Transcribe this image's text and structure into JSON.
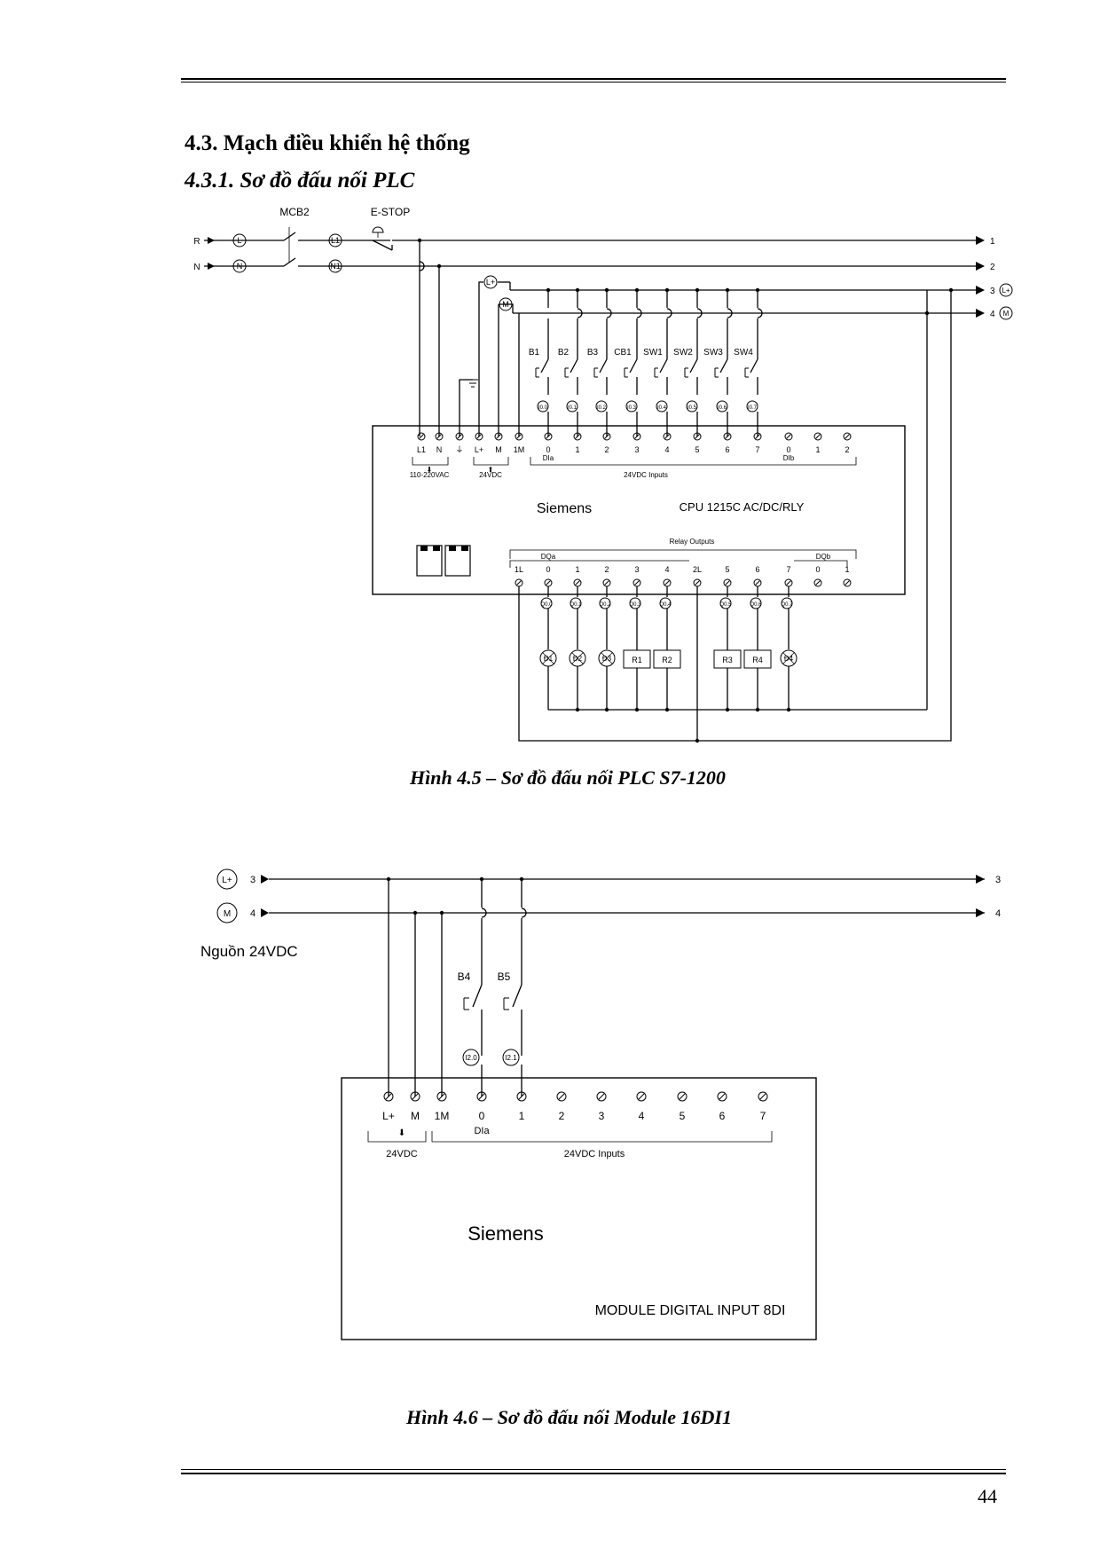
{
  "header": {},
  "section": {
    "title": "4.3. Mạch điều khiển hệ thống",
    "subtitle": "4.3.1. Sơ đồ đấu nối PLC"
  },
  "fig1": {
    "caption": "Hình 4.5 – Sơ đồ đấu nối PLC S7-1200",
    "phase_labels": [
      "R",
      "N"
    ],
    "node_labels": [
      "L",
      "N",
      "L1",
      "N1",
      "L+",
      "M"
    ],
    "mcb": "MCB2",
    "estop": "E-STOP",
    "line_numbers": [
      "1",
      "2",
      "3",
      "4"
    ],
    "inputs": [
      {
        "name": "B1",
        "addr": "I0.0"
      },
      {
        "name": "B2",
        "addr": "I0.1"
      },
      {
        "name": "B3",
        "addr": "I0.2"
      },
      {
        "name": "CB1",
        "addr": "I0.3"
      },
      {
        "name": "SW1",
        "addr": "I0.4"
      },
      {
        "name": "SW2",
        "addr": "I0.5"
      },
      {
        "name": "SW3",
        "addr": "I0.6"
      },
      {
        "name": "SW4",
        "addr": "I0.7"
      }
    ],
    "plc": {
      "brand": "Siemens",
      "model": "CPU 1215C AC/DC/RLY",
      "power_terms": [
        "L1",
        "N",
        "⏚",
        "L+",
        "M",
        "1M"
      ],
      "input_terms": [
        "0",
        "1",
        "2",
        "3",
        "4",
        "5",
        "6",
        "7",
        "0",
        "1",
        "2"
      ],
      "dia": "DIa",
      "dib": "DIb",
      "power_ac": "110-220VAC",
      "power_dc": "24VDC",
      "inputs_label": "24VDC Inputs",
      "relay_label": "Relay Outputs",
      "dqa": "DQa",
      "dqb": "DQb",
      "output_terms": [
        "1L",
        "0",
        "1",
        "2",
        "3",
        "4",
        "2L",
        "5",
        "6",
        "7",
        "0",
        "1"
      ]
    },
    "outputs": [
      {
        "addr": "Q0.0",
        "load": "Đ1",
        "kind": "lamp"
      },
      {
        "addr": "Q0.1",
        "load": "Đ2",
        "kind": "lamp"
      },
      {
        "addr": "Q0.2",
        "load": "Đ3",
        "kind": "lamp"
      },
      {
        "addr": "Q0.3",
        "load": "R1",
        "kind": "relay"
      },
      {
        "addr": "Q0.4",
        "load": "R2",
        "kind": "relay"
      },
      {
        "addr": "Q0.5",
        "load": "R3",
        "kind": "relay"
      },
      {
        "addr": "Q0.6",
        "load": "R4",
        "kind": "relay"
      },
      {
        "addr": "Q0.7",
        "load": "Đ4",
        "kind": "lamp"
      }
    ]
  },
  "fig2": {
    "caption": "Hình 4.6 – Sơ đồ đấu nối Module 16DI1",
    "nodes": [
      "L+",
      "M"
    ],
    "line_numbers": [
      "3",
      "4"
    ],
    "source_label": "Nguồn 24VDC",
    "inputs": [
      {
        "name": "B4",
        "addr": "I2.0"
      },
      {
        "name": "B5",
        "addr": "I2.1"
      }
    ],
    "module": {
      "brand": "Siemens",
      "title": "MODULE DIGITAL INPUT 8DI",
      "terms": [
        "L+",
        "M",
        "1M",
        "0",
        "1",
        "2",
        "3",
        "4",
        "5",
        "6",
        "7"
      ],
      "dia": "DIa",
      "power": "24VDC",
      "inputs_label": "24VDC Inputs"
    }
  },
  "page_number": "44"
}
